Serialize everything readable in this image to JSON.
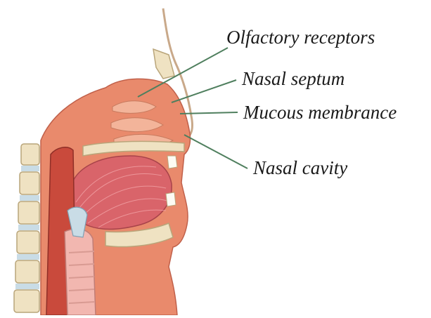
{
  "diagram": {
    "labels": {
      "olfactory_receptors": "Olfactory receptors",
      "nasal_septum": "Nasal septum",
      "mucous_membrance": "Mucous membrance",
      "nasal_cavity": "Nasal cavity"
    },
    "colors": {
      "leader_line": "#4f7f5e",
      "tissue": "#e98a6c",
      "muscle": "#d9646a",
      "bone": "#efe2c2",
      "cartilage": "#c9dce6"
    }
  }
}
